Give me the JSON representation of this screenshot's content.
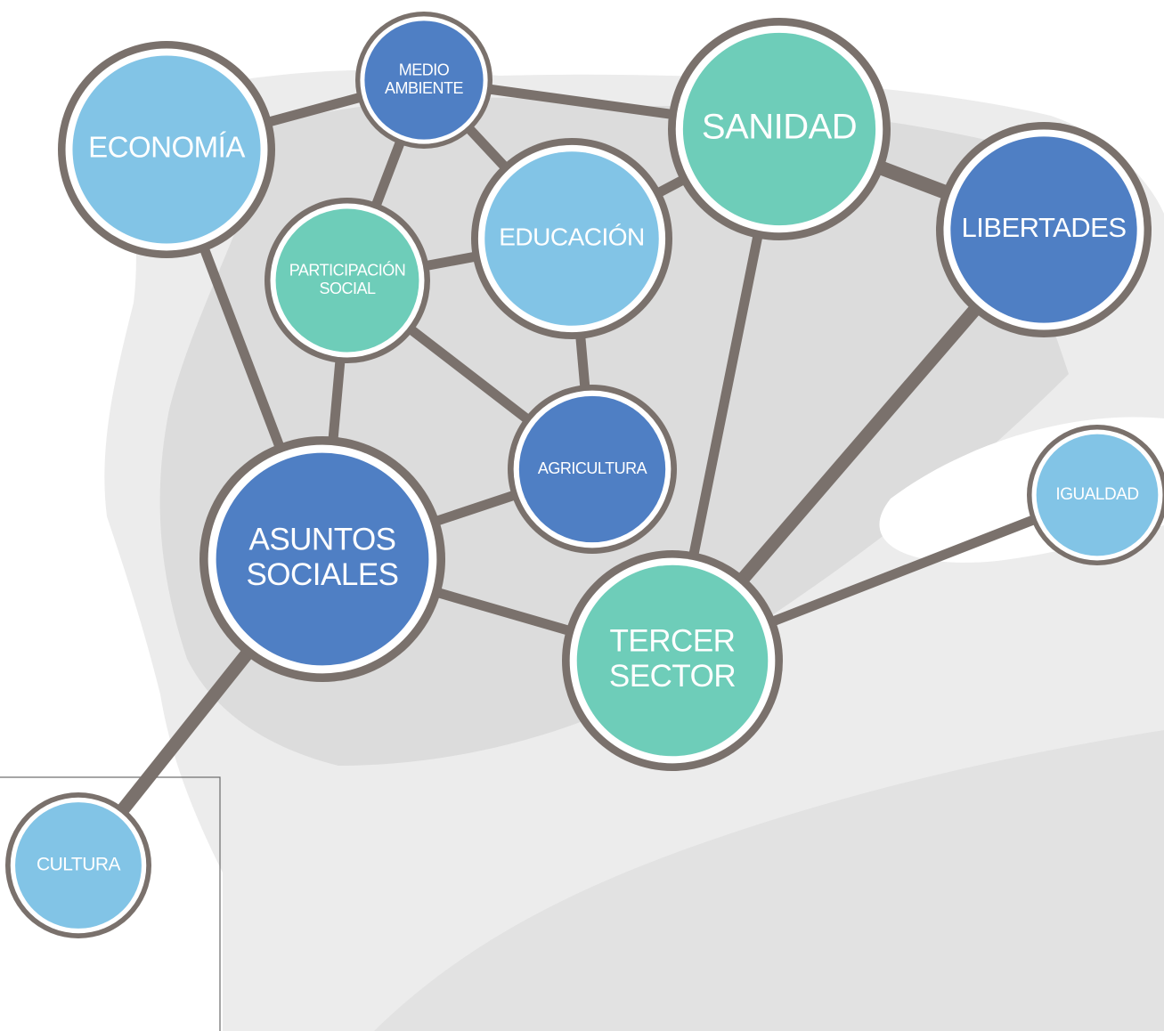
{
  "colors": {
    "background": "#ffffff",
    "map_light": "#ececec",
    "map_mid": "#dcdcdc",
    "edge": "#7a716c",
    "ring": "#7a716c",
    "ring_inner": "#ffffff",
    "light_blue": "#82c4e6",
    "dark_blue": "#4f7fc4",
    "teal": "#6ecdb9"
  },
  "nodes": [
    {
      "id": "economia",
      "lines": [
        "ECONOMÍA"
      ],
      "color": "light_blue"
    },
    {
      "id": "medio-ambiente",
      "lines": [
        "MEDIO",
        "AMBIENTE"
      ],
      "color": "dark_blue"
    },
    {
      "id": "sanidad",
      "lines": [
        "SANIDAD"
      ],
      "color": "teal"
    },
    {
      "id": "libertades",
      "lines": [
        "LIBERTADES"
      ],
      "color": "dark_blue"
    },
    {
      "id": "educacion",
      "lines": [
        "EDUCACIÓN"
      ],
      "color": "light_blue"
    },
    {
      "id": "participacion-social",
      "lines": [
        "PARTICIPACIÓN",
        "SOCIAL"
      ],
      "color": "teal"
    },
    {
      "id": "agricultura",
      "lines": [
        "AGRICULTURA"
      ],
      "color": "dark_blue"
    },
    {
      "id": "asuntos-sociales",
      "lines": [
        "ASUNTOS",
        "SOCIALES"
      ],
      "color": "dark_blue"
    },
    {
      "id": "tercer-sector",
      "lines": [
        "TERCER",
        "SECTOR"
      ],
      "color": "teal"
    },
    {
      "id": "igualdad",
      "lines": [
        "IGUALDAD"
      ],
      "color": "light_blue"
    },
    {
      "id": "cultura",
      "lines": [
        "CULTURA"
      ],
      "color": "light_blue"
    }
  ],
  "edges": [
    [
      "economia",
      "medio-ambiente"
    ],
    [
      "economia",
      "asuntos-sociales"
    ],
    [
      "medio-ambiente",
      "sanidad"
    ],
    [
      "medio-ambiente",
      "educacion"
    ],
    [
      "medio-ambiente",
      "participacion-social"
    ],
    [
      "sanidad",
      "libertades"
    ],
    [
      "sanidad",
      "educacion"
    ],
    [
      "sanidad",
      "tercer-sector"
    ],
    [
      "educacion",
      "participacion-social"
    ],
    [
      "educacion",
      "agricultura"
    ],
    [
      "participacion-social",
      "agricultura"
    ],
    [
      "participacion-social",
      "asuntos-sociales"
    ],
    [
      "agricultura",
      "asuntos-sociales"
    ],
    [
      "asuntos-sociales",
      "tercer-sector"
    ],
    [
      "asuntos-sociales",
      "cultura"
    ],
    [
      "libertades",
      "tercer-sector"
    ],
    [
      "tercer-sector",
      "igualdad"
    ]
  ]
}
